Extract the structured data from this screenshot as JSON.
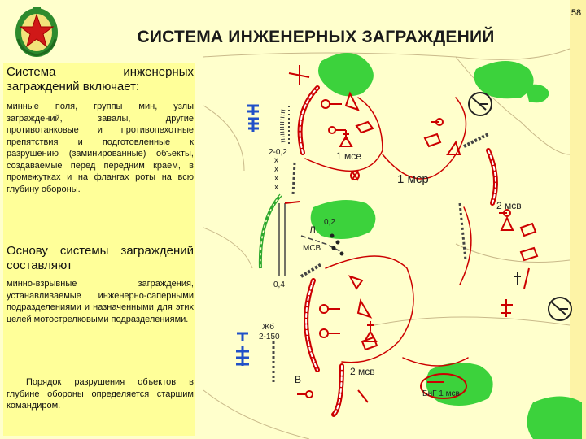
{
  "page_number": "58",
  "title": "СИСТЕМА ИНЖЕНЕРНЫХ ЗАГРАЖДЕНИЙ",
  "left_panel": {
    "heading1": "Система инженерных заграждений включает:",
    "para1": "минные поля, группы мин, узлы заграждений, завалы, другие противотанковые и противопехотные препятствия и подготовленные к разрушению (заминированные) объекты, создаваемые перед передним краем, в промежутках и на флангах роты на всю глубину обороны.",
    "heading2": "Основу системы заграждений составляют",
    "para2": "минно-взрывные заграждения, устанавливаемые инженерно-саперными подразделениями и назначенными для этих целей мотострелковыми подразделениями.",
    "para3": "Порядок разрушения объектов в глубине обороны определяется старшим командиром."
  },
  "map_labels": {
    "msr": "1 мср",
    "mse1": "1 мсе",
    "mse2_right": "2 мсв",
    "mse2_bottom": "2 мсв",
    "mcv": "МСВ",
    "l": "Л",
    "v": "В",
    "bng": "БнГ 1 мсв",
    "d1": "2-0,2",
    "d2": "0,2",
    "d3": "0,4",
    "zhb": "Жб",
    "d4": "2-150",
    "xs": "х\nх\nх\nх"
  },
  "colors": {
    "background": "#ffffcc",
    "panel": "#ffff99",
    "trench": "#cc0000",
    "own_forces": "#2050c8",
    "vegetation": "#3cd23c",
    "wire_green": "#2ea82e"
  }
}
